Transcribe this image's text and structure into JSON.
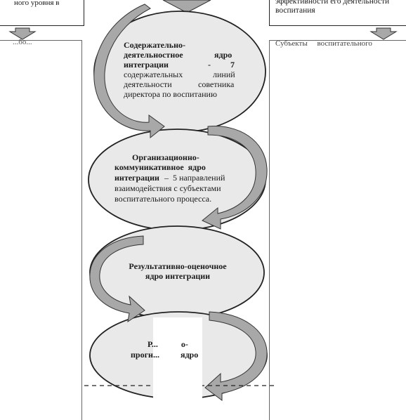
{
  "top_left_box": {
    "text": "  ного  уровня  в"
  },
  "top_right_box": {
    "line1": "эффективности   его   деятельности",
    "line2": "воспитания"
  },
  "mid_left_box": {
    "text": "...бо..."
  },
  "mid_right_box": {
    "text": "Субъекты     воспитательного"
  },
  "core1": {
    "title_l1": "Содержательно-",
    "title_l2a": "деятельностное",
    "title_l2b": "ядро",
    "title_l3a": "интеграции",
    "title_l3b": "-",
    "title_l3c": "7",
    "body_l1a": "содержательных",
    "body_l1b": "линий",
    "body_l2a": "деятельности",
    "body_l2b": "советника",
    "body_l3": "директора по воспитанию"
  },
  "core2": {
    "title_l1": "Организационно-",
    "title_l2": "коммуникативное  ядро",
    "title_l3a": "интеграции",
    "title_l3b": "–  5 направлений",
    "body_l1": "взаимодействия с субъектами",
    "body_l2": "воспитательного процесса."
  },
  "core3": {
    "l1": "Результативно-оценочное",
    "l2": "ядро интеграции"
  },
  "core4": {
    "l1": "Р...           о-",
    "l2": "прогн...          ядро"
  },
  "colors": {
    "ellipse_fill": "#e9e9e9",
    "arrow_fill": "#a8a8a8",
    "arrow_stroke": "#333333",
    "line": "#222222"
  }
}
